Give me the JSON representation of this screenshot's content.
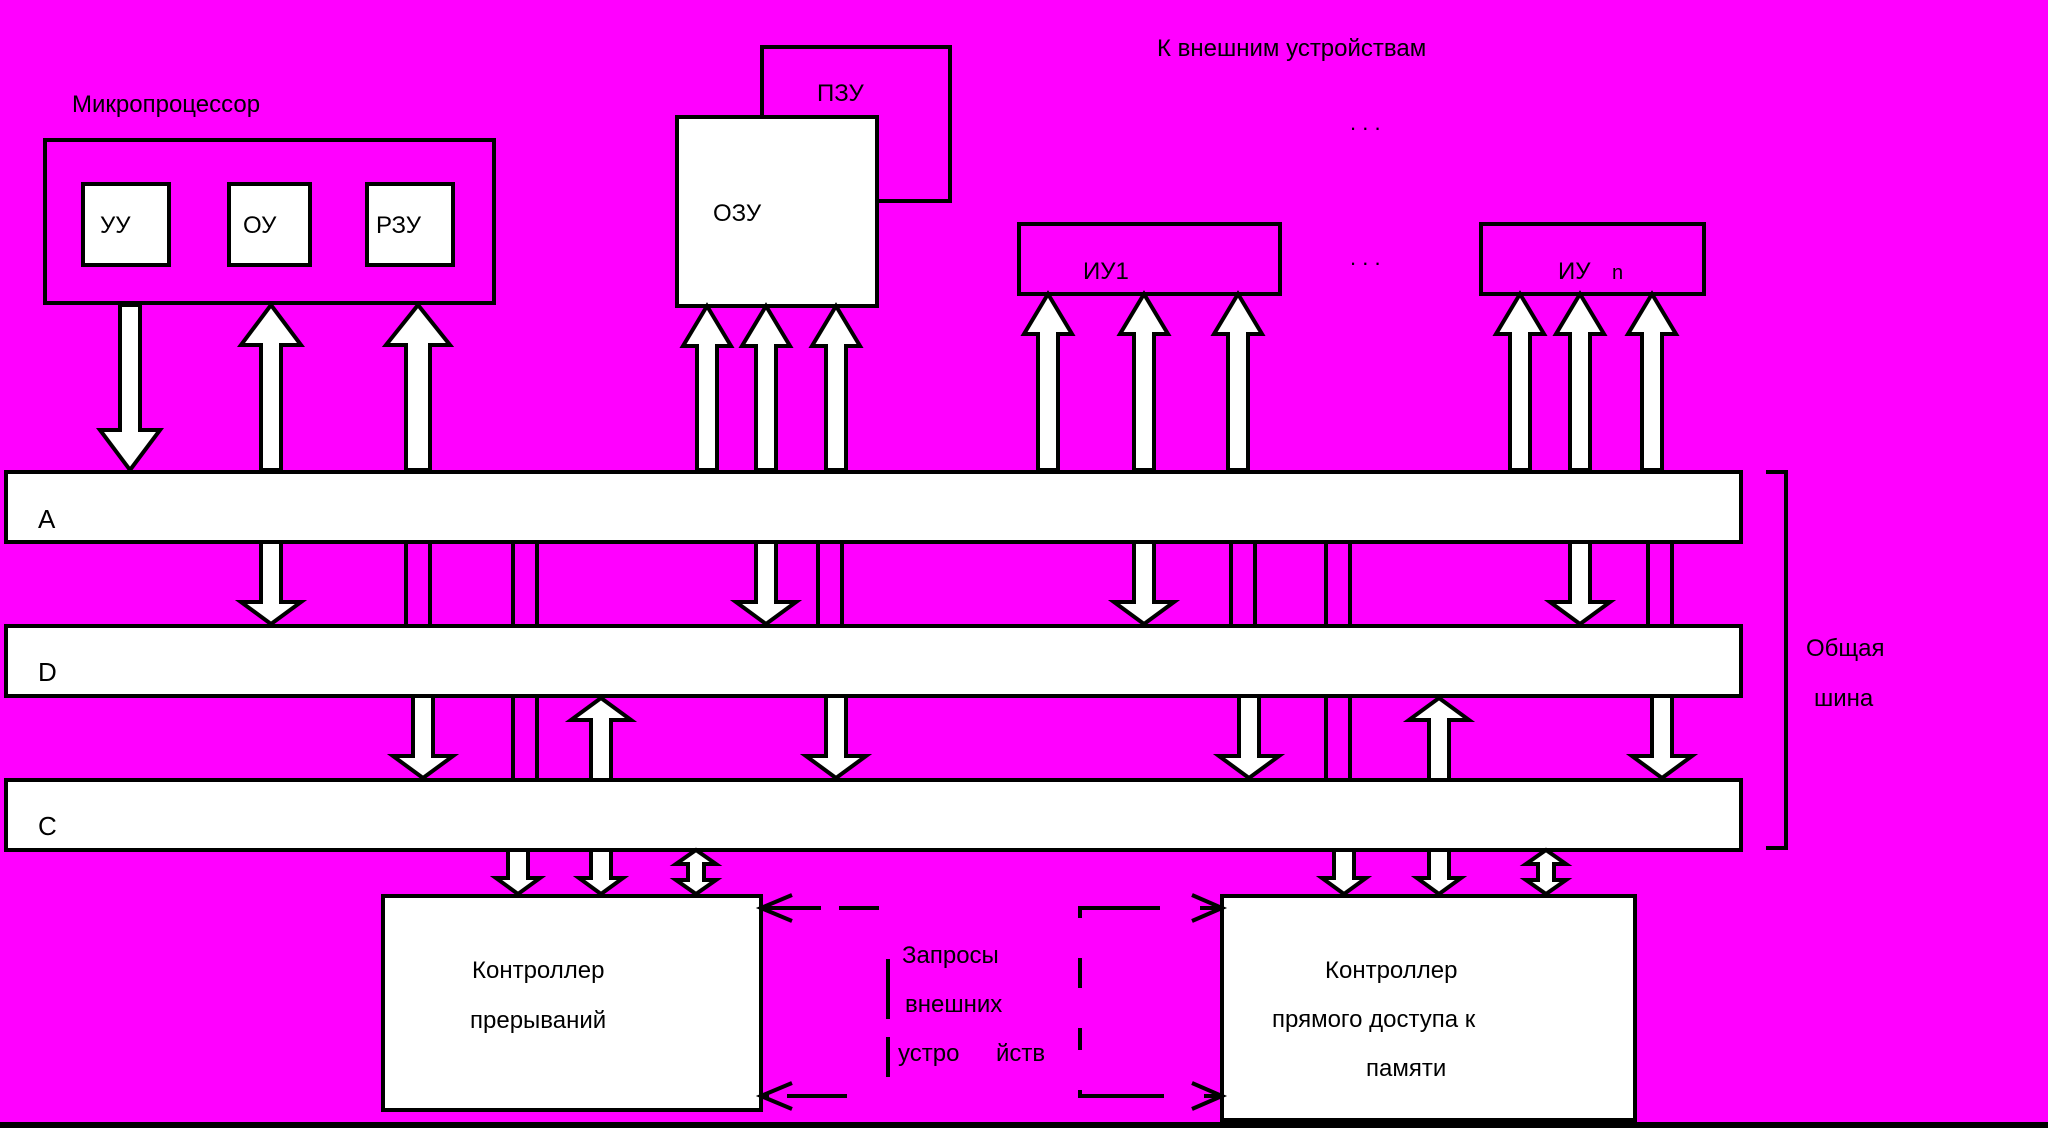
{
  "colors": {
    "background": "#FF00FF",
    "box_fill": "#FFFFFF",
    "stroke": "#000000",
    "bottom_strip": "#000000"
  },
  "labels": {
    "microprocessor": "Микропроцессор",
    "cu": "УУ",
    "au": "ОУ",
    "reg": "РЗУ",
    "ram": "ОЗУ",
    "rom": "ПЗУ",
    "external": "К внешним устройствам",
    "io1": "ИУ1",
    "io_n_1": "ИУ",
    "io_n_2": "n",
    "dots1": ". . .",
    "dots2": ". . .",
    "bus_a": "A",
    "bus_d": "D",
    "bus_c": "C",
    "common_bus_1": "Общая",
    "common_bus_2": "шина",
    "int_ctrl_1": "Контроллер",
    "int_ctrl_2": "прерываний",
    "req_1": "Запросы",
    "req_2": "внешних",
    "req_3a": "устро",
    "req_3b": "йств",
    "dma_1": "Контроллер",
    "dma_2": "прямого доступа к",
    "dma_3": "памяти"
  }
}
